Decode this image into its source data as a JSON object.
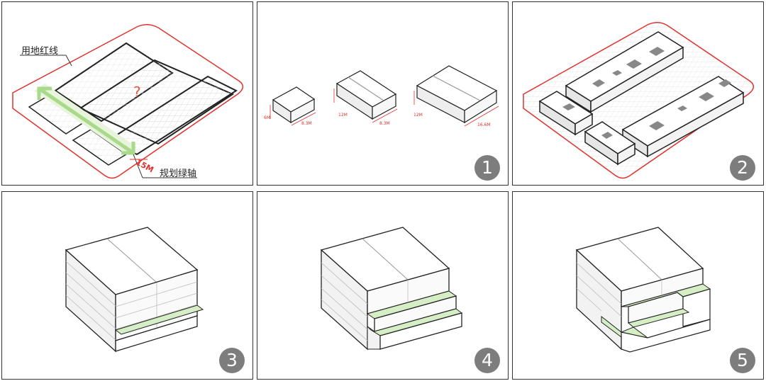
{
  "panel0": {
    "label_site_boundary": "用地红线",
    "label_green_axis": "规划绿轴",
    "label_width": "15M",
    "question_mark": "?"
  },
  "panel1": {
    "step": "1",
    "box_small_depth": "6M",
    "box_small_width": "8.3M",
    "box_mid_depth": "12M",
    "box_mid_width": "8.3M",
    "box_large_depth": "12M",
    "box_large_width": "16.6M"
  },
  "panel2": {
    "step": "2"
  },
  "panel3": {
    "step": "3"
  },
  "panel4": {
    "step": "4"
  },
  "panel5": {
    "step": "5"
  },
  "colors": {
    "red_line": "#e0322f",
    "green": "#d6eec5",
    "green_arrow": "#a9d98a",
    "badge": "#7d7d7d"
  }
}
